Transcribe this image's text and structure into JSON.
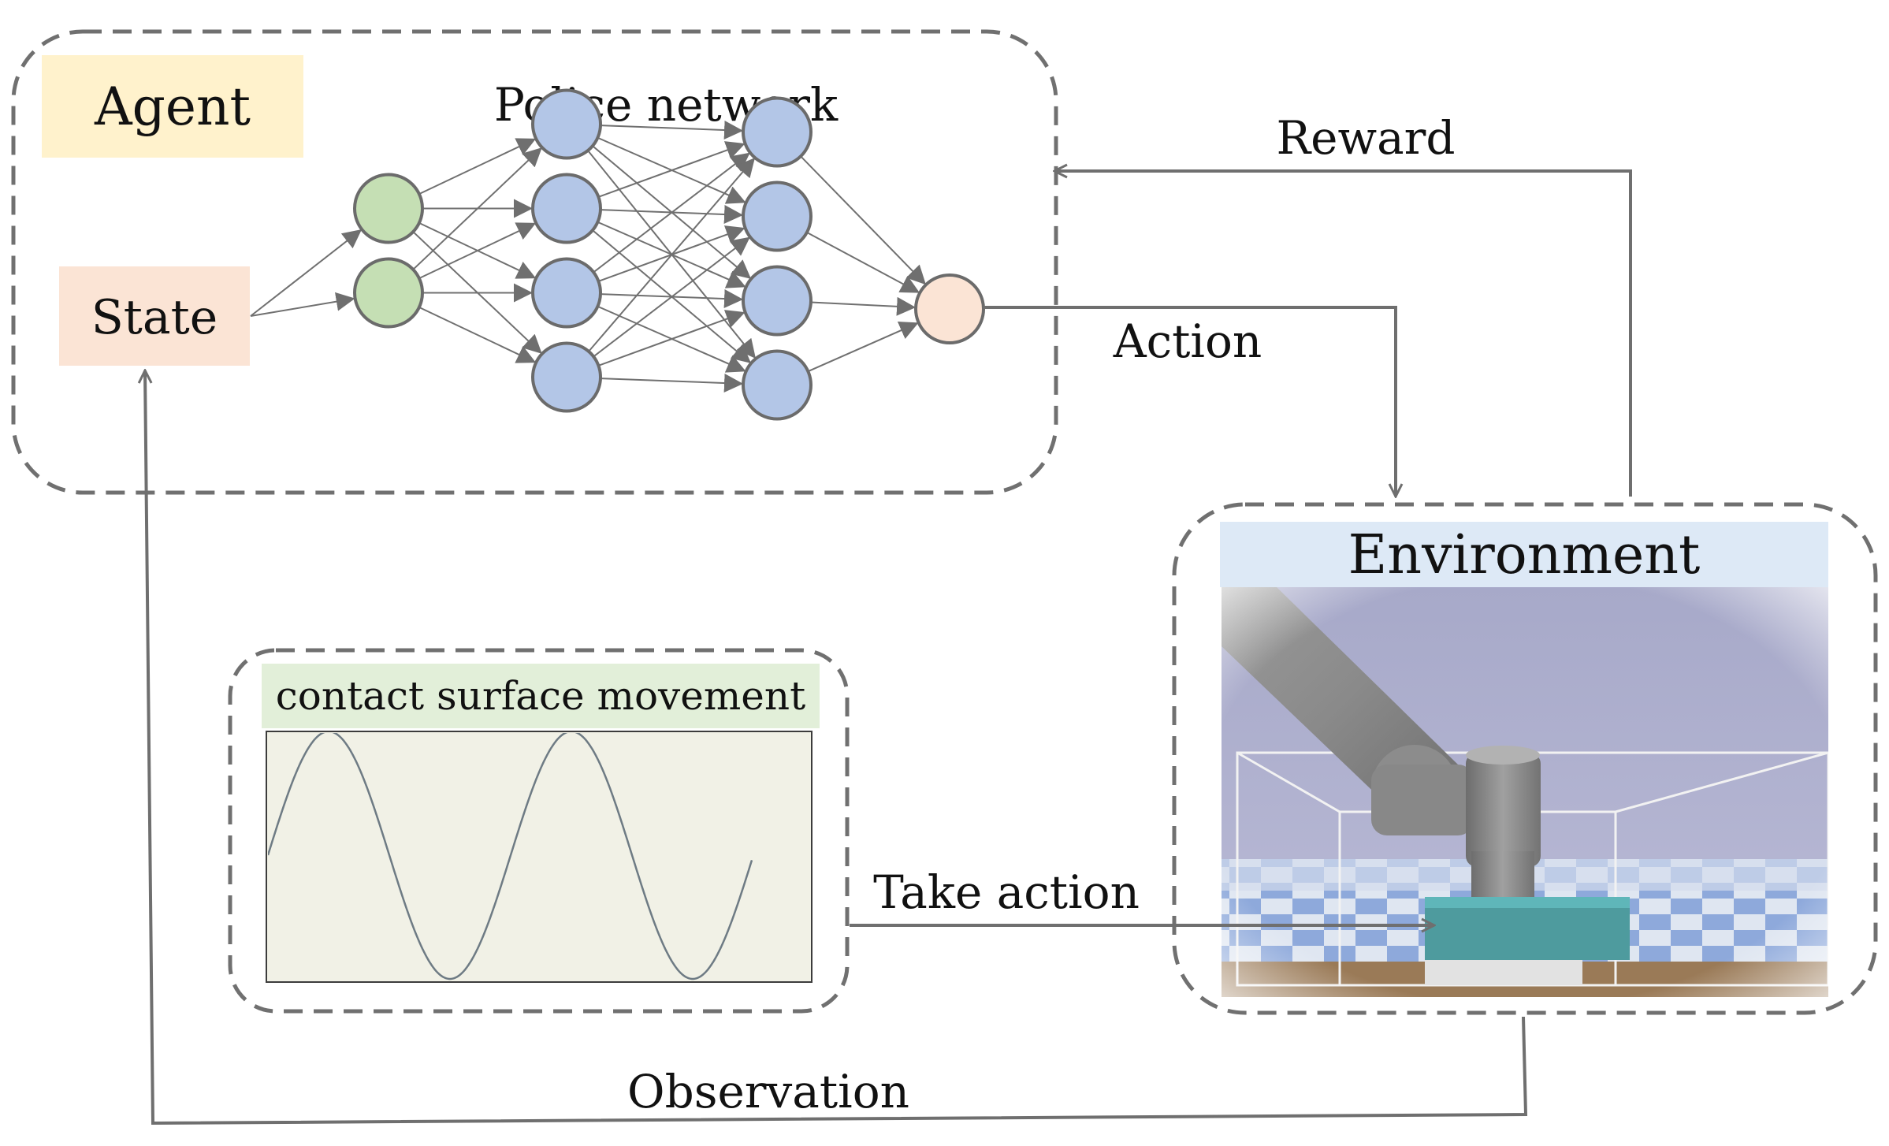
{
  "agent": {
    "label": "Agent",
    "network_title": "Police network",
    "state_label": "State"
  },
  "network": {
    "layers": [
      {
        "count": 2,
        "color": "#c5dfb4"
      },
      {
        "count": 4,
        "color": "#b3c6e7"
      },
      {
        "count": 4,
        "color": "#b3c6e7"
      },
      {
        "count": 1,
        "color": "#fbe4d5"
      }
    ]
  },
  "flows": {
    "reward": "Reward",
    "action": "Action",
    "take_action": "Take action",
    "observation": "Observation"
  },
  "movement_panel": {
    "title": "contact surface movement"
  },
  "environment": {
    "title": "Environment"
  },
  "colors": {
    "agent_label_bg": "#fff2cc",
    "state_bg": "#fbe4d5",
    "env_title_bg": "#dde9f6",
    "panel_title_bg": "#e2efd9",
    "plot_bg": "#f1f1e6",
    "dash_border": "#707070",
    "arrow": "#6f6f6f"
  }
}
